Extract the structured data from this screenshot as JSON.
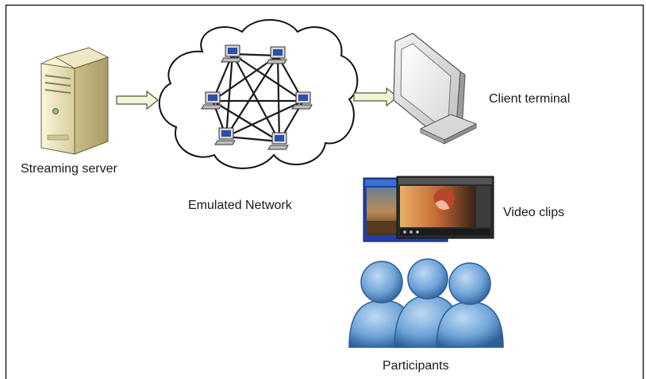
{
  "labels": {
    "server": "Streaming server",
    "network": "Emulated Network",
    "client": "Client terminal",
    "video": "Video clips",
    "participants": "Participants"
  },
  "network": {
    "node_count": 6,
    "links": [
      [
        0,
        1
      ],
      [
        0,
        2
      ],
      [
        0,
        3
      ],
      [
        0,
        4
      ],
      [
        0,
        5
      ],
      [
        1,
        2
      ],
      [
        1,
        3
      ],
      [
        1,
        4
      ],
      [
        1,
        5
      ],
      [
        2,
        3
      ],
      [
        2,
        4
      ],
      [
        2,
        5
      ],
      [
        3,
        4
      ],
      [
        3,
        5
      ],
      [
        4,
        5
      ]
    ]
  },
  "colors": {
    "frame": "#222222",
    "arrow_fill": "#f3f3d6",
    "arrow_stroke": "#55553a",
    "server_body": "#e8dfb6",
    "monitor": "#e6e6e6",
    "people": "#6fa3d8",
    "people_dark": "#2d5f97",
    "link": "#1a1a1a"
  },
  "icons": {
    "server": "server-tower-icon",
    "network": "cloud-network-icon",
    "client": "monitor-icon",
    "video": "video-player-icon",
    "participants": "people-group-icon"
  }
}
